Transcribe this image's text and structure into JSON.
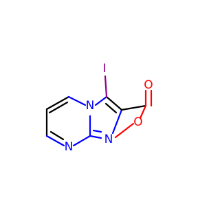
{
  "molecule": {
    "atoms": {
      "iodine": {
        "symbol": "I",
        "color": "#8b008b"
      },
      "n_bridge": {
        "symbol": "N",
        "color": "#0000ff"
      },
      "n_imidazole": {
        "symbol": "N",
        "color": "#0000ff"
      },
      "n_pyrimidine": {
        "symbol": "N",
        "color": "#0000ff"
      },
      "o_carbonyl": {
        "symbol": "O",
        "color": "#ff0000"
      },
      "o_ester": {
        "symbol": "O",
        "color": "#ff0000"
      }
    },
    "bond_color": "#000000"
  }
}
